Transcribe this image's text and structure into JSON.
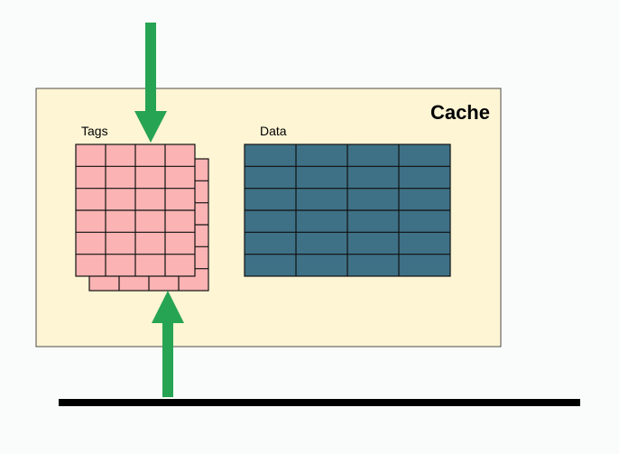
{
  "diagram": {
    "cache_label": "Cache",
    "tags_label": "Tags",
    "data_label": "Data"
  },
  "colors": {
    "background": "#f9fcfa",
    "cache_fill": "#fdf5d4",
    "cache_border": "#4a4a4a",
    "tag_fill": "#fbb3b3",
    "data_fill": "#3e7186",
    "grid_line": "#111111",
    "arrow": "#27a453",
    "bus": "#000000"
  },
  "icons": {
    "top_arrow": "arrow-down-icon",
    "bottom_arrow": "arrow-up-icon"
  }
}
